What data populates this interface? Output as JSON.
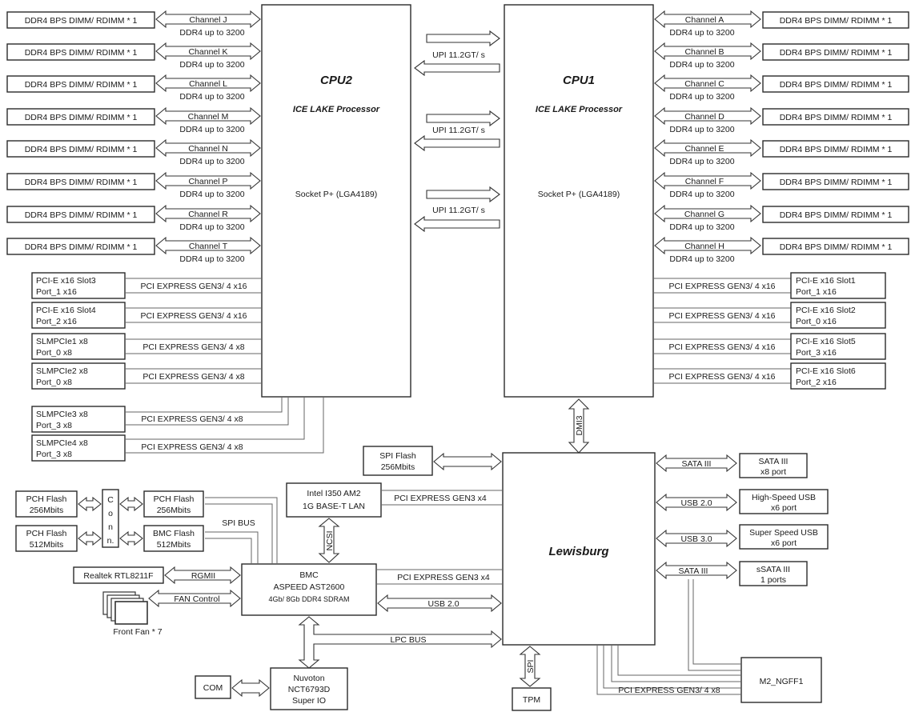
{
  "cpu2": {
    "title": "CPU2",
    "subtitle": "ICE LAKE Processor",
    "socket": "Socket P+ (LGA4189)"
  },
  "cpu1": {
    "title": "CPU1",
    "subtitle": "ICE LAKE Processor",
    "socket": "Socket P+ (LGA4189)"
  },
  "upi": [
    "UPI 11.2GT/ s",
    "UPI 11.2GT/ s",
    "UPI 11.2GT/ s"
  ],
  "dimm_label": "DDR4 BPS DIMM/ RDIMM * 1",
  "ddr_speed": "DDR4 up to 3200",
  "cpu2_channels": [
    "Channel J",
    "Channel K",
    "Channel L",
    "Channel M",
    "Channel N",
    "Channel P",
    "Channel R",
    "Channel T"
  ],
  "cpu1_channels": [
    "Channel A",
    "Channel B",
    "Channel C",
    "Channel D",
    "Channel E",
    "Channel F",
    "Channel G",
    "Channel H"
  ],
  "cpu2_pcie": [
    {
      "slot": [
        "PCI-E x16 Slot3",
        "Port_1 x16"
      ],
      "bus": "PCI EXPRESS GEN3/ 4 x16"
    },
    {
      "slot": [
        "PCI-E x16 Slot4",
        "Port_2 x16"
      ],
      "bus": "PCI EXPRESS GEN3/ 4 x16"
    },
    {
      "slot": [
        "SLMPCIe1 x8",
        "Port_0 x8"
      ],
      "bus": "PCI EXPRESS GEN3/ 4 x8"
    },
    {
      "slot": [
        "SLMPCIe2 x8",
        "Port_0 x8"
      ],
      "bus": "PCI EXPRESS GEN3/ 4 x8"
    },
    {
      "slot": [
        "SLMPCIe3 x8",
        "Port_3 x8"
      ],
      "bus": "PCI EXPRESS GEN3/ 4 x8"
    },
    {
      "slot": [
        "SLMPCIe4 x8",
        "Port_3 x8"
      ],
      "bus": "PCI EXPRESS GEN3/ 4 x8"
    }
  ],
  "cpu1_pcie": [
    {
      "slot": [
        "PCI-E x16 Slot1",
        "Port_1 x16"
      ],
      "bus": "PCI EXPRESS GEN3/ 4 x16"
    },
    {
      "slot": [
        "PCI-E x16 Slot2",
        "Port_0 x16"
      ],
      "bus": "PCI EXPRESS GEN3/ 4 x16"
    },
    {
      "slot": [
        "PCI-E x16 Slot5",
        "Port_3 x16"
      ],
      "bus": "PCI EXPRESS GEN3/ 4 x16"
    },
    {
      "slot": [
        "PCI-E x16 Slot6",
        "Port_2 x16"
      ],
      "bus": "PCI EXPRESS GEN3/ 4 x16"
    }
  ],
  "dmi": "DMI3",
  "pch": {
    "title": "Lewisburg"
  },
  "spi_flash": [
    "SPI Flash",
    "256Mbits"
  ],
  "pch_right": [
    {
      "bus": "SATA III",
      "box": [
        "SATA III",
        "x8 port"
      ]
    },
    {
      "bus": "USB 2.0",
      "box": [
        "High-Speed USB",
        "x6 port"
      ]
    },
    {
      "bus": "USB 3.0",
      "box": [
        "Super Speed USB",
        "x6 port"
      ]
    },
    {
      "bus": "SATA III",
      "box": [
        "sSATA III",
        "1 ports"
      ]
    }
  ],
  "lan": {
    "box": [
      "Intel I350 AM2",
      "1G BASE-T LAN"
    ],
    "bus": "PCI EXPRESS GEN3 x4",
    "ncsi": "NCSI"
  },
  "bmc": {
    "box": [
      "BMC",
      "ASPEED AST2600",
      "4Gb/ 8Gb DDR4 SDRAM"
    ],
    "pcie": "PCI EXPRESS GEN3 x4",
    "usb": "USB 2.0"
  },
  "lpc": "LPC BUS",
  "spi_bus": "SPI BUS",
  "flash": {
    "pch1": [
      "PCH Flash",
      "256Mbits"
    ],
    "pch2": [
      "PCH Flash",
      "512Mbits"
    ],
    "pch3": [
      "PCH Flash",
      "256Mbits"
    ],
    "bmc": [
      "BMC Flash",
      "512Mbits"
    ],
    "conn": [
      "C",
      "o",
      "n",
      "n."
    ]
  },
  "realtek": "Realtek RTL8211F",
  "rgmii": "RGMII",
  "fan": {
    "label": "FAN Control",
    "caption": "Front Fan * 7"
  },
  "com": "COM",
  "superio": [
    "Nuvoton",
    "NCT6793D",
    "Super IO"
  ],
  "tpm": "TPM",
  "spi_tpm": "SPI",
  "m2": {
    "box": "M2_NGFF1",
    "bus": "PCI EXPRESS GEN3/ 4 x8"
  }
}
